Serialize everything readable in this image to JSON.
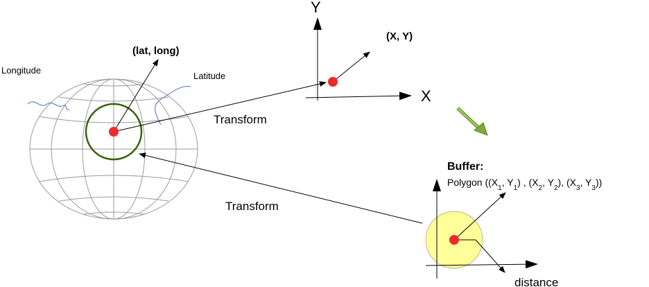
{
  "labels": {
    "lat_long": "(lat, long)",
    "longitude": "Longitude",
    "latitude": "Latitude",
    "transform_1": "Transform",
    "transform_2": "Transform",
    "axis_y": "Y",
    "axis_x": "X",
    "xy_point": "(X, Y)",
    "buffer": "Buffer:",
    "polygon_prefix": "Polygon ((X",
    "polygon_parts": [
      "1",
      ", Y",
      "1",
      ") , (X",
      "2",
      ", Y",
      "2",
      "), (X",
      "3",
      ", Y",
      "3",
      "))"
    ],
    "distance": "distance"
  },
  "colors": {
    "point": "#ee2a2a",
    "circle": "#3a5f0b",
    "buffer_fill": "#ffff99",
    "buffer_stroke": "#b8b88a",
    "green_arrow": "#7caa3a",
    "globe_line": "#9a9a9a",
    "squiggle": "#4a6fc4"
  }
}
